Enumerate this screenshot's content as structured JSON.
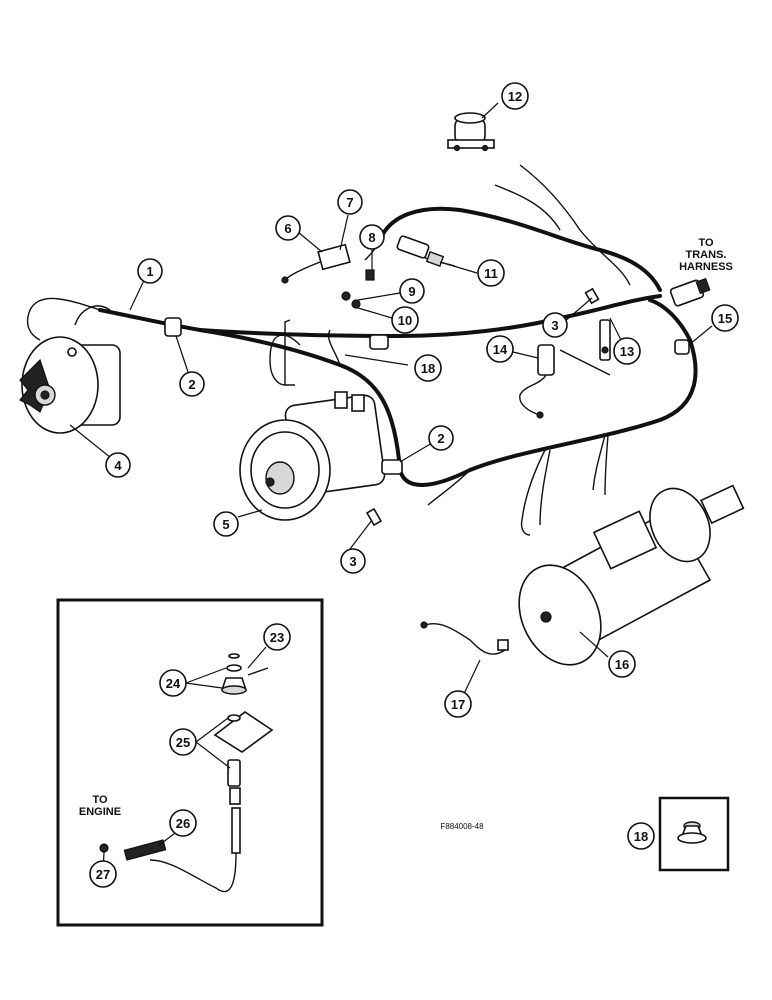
{
  "callouts": [
    {
      "id": "c1",
      "label": "1"
    },
    {
      "id": "c2a",
      "label": "2"
    },
    {
      "id": "c2b",
      "label": "2"
    },
    {
      "id": "c3a",
      "label": "3"
    },
    {
      "id": "c3b",
      "label": "3"
    },
    {
      "id": "c4",
      "label": "4"
    },
    {
      "id": "c5",
      "label": "5"
    },
    {
      "id": "c6",
      "label": "6"
    },
    {
      "id": "c7",
      "label": "7"
    },
    {
      "id": "c8",
      "label": "8"
    },
    {
      "id": "c9",
      "label": "9"
    },
    {
      "id": "c10",
      "label": "10"
    },
    {
      "id": "c11",
      "label": "11"
    },
    {
      "id": "c12",
      "label": "12"
    },
    {
      "id": "c13",
      "label": "13"
    },
    {
      "id": "c14",
      "label": "14"
    },
    {
      "id": "c15",
      "label": "15"
    },
    {
      "id": "c16",
      "label": "16"
    },
    {
      "id": "c17",
      "label": "17"
    },
    {
      "id": "c18a",
      "label": "18"
    },
    {
      "id": "c18b",
      "label": "18"
    },
    {
      "id": "c23",
      "label": "23"
    },
    {
      "id": "c24",
      "label": "24"
    },
    {
      "id": "c25",
      "label": "25"
    },
    {
      "id": "c26",
      "label": "26"
    },
    {
      "id": "c27",
      "label": "27"
    }
  ],
  "labels": {
    "trans_line1": "TO",
    "trans_line2": "TRANS.",
    "trans_line3": "HARNESS",
    "engine_line1": "TO",
    "engine_line2": "ENGINE",
    "figure_code": "F884008-48"
  }
}
